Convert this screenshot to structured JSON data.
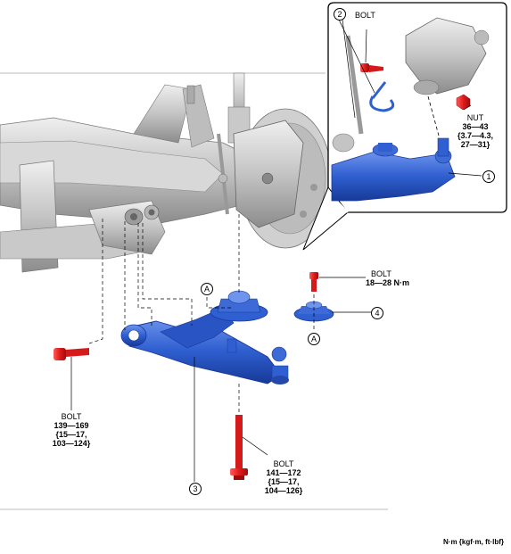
{
  "labels": {
    "bolt_top": "BOLT",
    "bolt_right_title": "BOLT",
    "bolt_right_torque": "18—28 N·m",
    "bolt_left_title": "BOLT",
    "bolt_left_l1": "139—169",
    "bolt_left_l2": "{15—17,",
    "bolt_left_l3": "103—124}",
    "bolt_bottom_title": "BOLT",
    "bolt_bottom_l1": "141—172",
    "bolt_bottom_l2": "{15—17,",
    "bolt_bottom_l3": "104—126}",
    "nut_title": "NUT",
    "nut_l1": "36—43",
    "nut_l2": "{3.7—4.3,",
    "nut_l3": "27—31}"
  },
  "callouts": {
    "c1": "1",
    "c2": "2",
    "c3": "3",
    "c4": "4",
    "ref_a1": "A",
    "ref_a2": "A"
  },
  "footer": "N·m {kgf·m, ft·lbf}",
  "colors": {
    "arm_blue": "#2f5fd0",
    "arm_blue_dark": "#1a3a94",
    "bolt_red": "#e11b1b",
    "chassis_gray": "#c8c8c8",
    "chassis_dark": "#8a8a8a"
  }
}
